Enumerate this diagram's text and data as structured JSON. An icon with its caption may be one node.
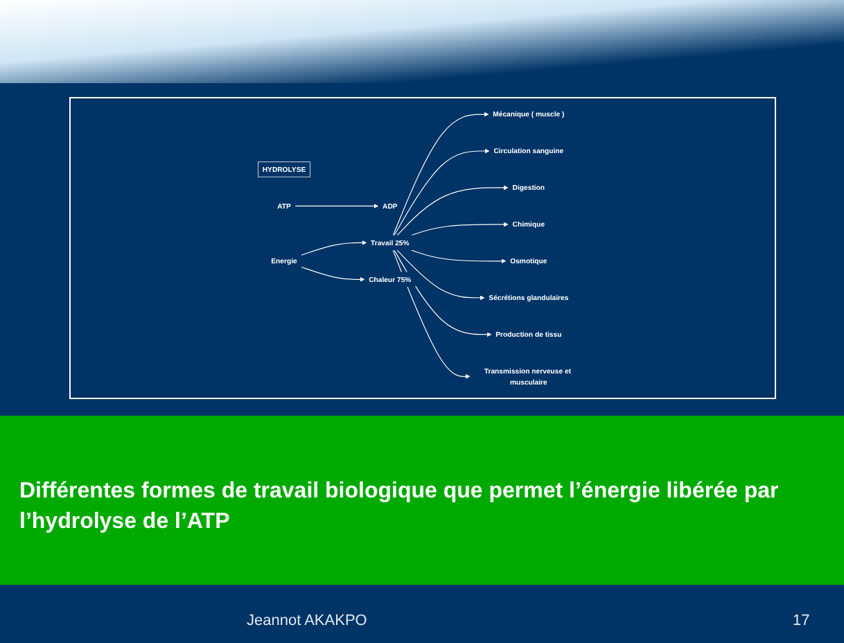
{
  "diagram": {
    "caption": "Différentes formes de travail biologique que permet l’énergie libérée par l’hydrolyse de l’ATP",
    "nodes": [
      {
        "text": [
          "HYDROLYSE"
        ]
      },
      {
        "text": [
          "ATP"
        ]
      },
      {
        "text": [
          "ADP"
        ]
      },
      {
        "text": [
          "Energie"
        ]
      },
      {
        "text": [
          "Travail 25%"
        ]
      },
      {
        "text": [
          "Chaleur 75%"
        ]
      },
      {
        "text": [
          "Mécanique ( muscle )"
        ]
      },
      {
        "text": [
          "Circulation sanguine"
        ]
      },
      {
        "text": [
          "Digestion"
        ]
      },
      {
        "text": [
          "Chimique"
        ]
      },
      {
        "text": [
          "Osmotique"
        ]
      },
      {
        "text": [
          "Sécrétions glandulaires"
        ]
      },
      {
        "text": [
          "Production de tissu"
        ]
      },
      {
        "text": [
          "Transmission nerveuse et musculaire"
        ]
      }
    ],
    "edges": [
      {
        "from": 1,
        "to": 2,
        "arrow": "to"
      },
      {
        "from": 3,
        "to": 4,
        "arrow": "to"
      },
      {
        "from": 3,
        "to": 5,
        "arrow": "to"
      },
      {
        "from": 4,
        "to": 6,
        "arrow": "to"
      },
      {
        "from": 4,
        "to": 7,
        "arrow": "to"
      },
      {
        "from": 4,
        "to": 8,
        "arrow": "to"
      },
      {
        "from": 4,
        "to": 9,
        "arrow": "to"
      },
      {
        "from": 4,
        "to": 10,
        "arrow": "to"
      },
      {
        "from": 4,
        "to": 11,
        "arrow": "to"
      },
      {
        "from": 4,
        "to": 12,
        "arrow": "to"
      },
      {
        "from": 4,
        "to": 13,
        "arrow": "to"
      }
    ],
    "labels": [
      "Jeannot AKAKPO",
      "17"
    ]
  }
}
